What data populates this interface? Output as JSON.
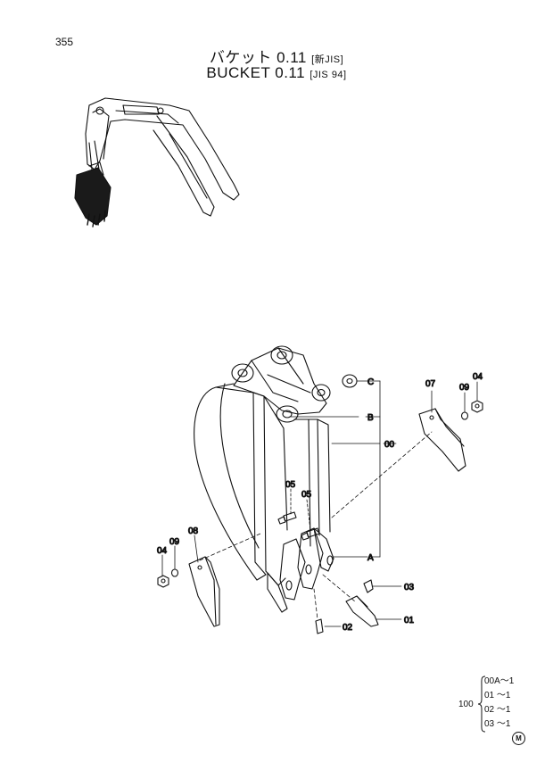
{
  "page": {
    "number": "355"
  },
  "title": {
    "japanese": "バケット 0.11",
    "japanese_tag": "[新JIS]",
    "english": "BUCKET  0.11",
    "english_tag": "[JIS 94]"
  },
  "callouts": {
    "c00": "00",
    "c01": "01",
    "c02": "02",
    "c03": "03",
    "c04_left": "04",
    "c04_right": "04",
    "c05_a": "05",
    "c05_b": "05",
    "c07": "07",
    "c08": "08",
    "c09_left": "09",
    "c09_right": "09",
    "cA": "A",
    "cB": "B",
    "cC": "C"
  },
  "legend": {
    "total": "100",
    "rows": [
      "00A～1",
      "01 ～1",
      "02 ～1",
      "03 ～1"
    ]
  },
  "mark": "M"
}
